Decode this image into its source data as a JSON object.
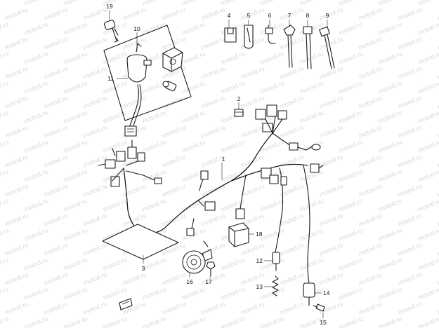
{
  "watermark": "motod.ru",
  "callouts": [
    {
      "id": "c1",
      "label": "1"
    },
    {
      "id": "c2",
      "label": "2"
    },
    {
      "id": "c3",
      "label": "3"
    },
    {
      "id": "c4",
      "label": "4"
    },
    {
      "id": "c5",
      "label": "5"
    },
    {
      "id": "c6",
      "label": "6"
    },
    {
      "id": "c7",
      "label": "7"
    },
    {
      "id": "c8",
      "label": "8"
    },
    {
      "id": "c9",
      "label": "9"
    },
    {
      "id": "c10",
      "label": "10"
    },
    {
      "id": "c11",
      "label": "11"
    },
    {
      "id": "c12",
      "label": "12"
    },
    {
      "id": "c13",
      "label": "13"
    },
    {
      "id": "c14",
      "label": "14"
    },
    {
      "id": "c15",
      "label": "15"
    },
    {
      "id": "c16",
      "label": "16"
    },
    {
      "id": "c17",
      "label": "17"
    },
    {
      "id": "c18",
      "label": "18"
    },
    {
      "id": "c19",
      "label": "19"
    }
  ]
}
